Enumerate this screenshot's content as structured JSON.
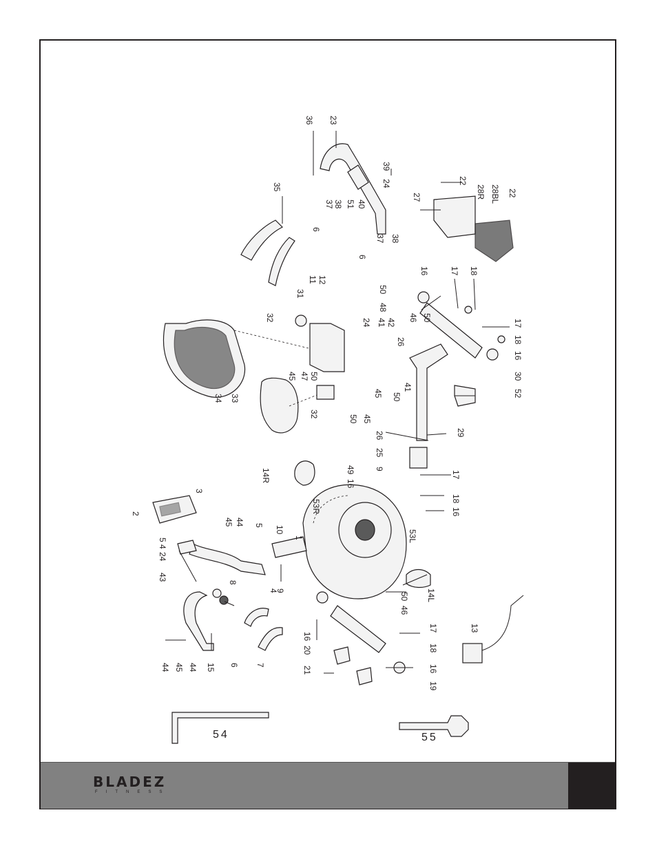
{
  "callouts": {
    "c1": "1",
    "c2": "2",
    "c3": "3",
    "c4": "4",
    "c5": "5",
    "c6": "6",
    "c7": "7",
    "c8": "8",
    "c9": "9",
    "c10": "10",
    "c11": "11",
    "c12": "12",
    "c13": "13",
    "c14L": "14L",
    "c14R": "14R",
    "c15": "15",
    "c16": "16",
    "c17": "17",
    "c18": "18",
    "c19": "19",
    "c20": "20",
    "c21": "21",
    "c22": "22",
    "c23": "23",
    "c24": "24",
    "c25": "25",
    "c26": "26",
    "c27": "27",
    "c28BL": "28BL",
    "c28R": "28R",
    "c29": "29",
    "c30": "30",
    "c31": "31",
    "c32": "32",
    "c33": "33",
    "c34": "34",
    "c35": "35",
    "c36": "36",
    "c37": "37",
    "c38": "38",
    "c39": "39",
    "c40": "40",
    "c41": "41",
    "c42": "42",
    "c43": "43",
    "c44": "44",
    "c45": "45",
    "c46": "46",
    "c47": "47",
    "c48": "48",
    "c49": "49",
    "c50": "50",
    "c51": "51",
    "c52": "52",
    "c53L": "53L",
    "c53R": "53R",
    "c54": "54",
    "c55": "55"
  },
  "footer": {
    "brand_name": "BLADEZ",
    "brand_sub": "FITNESS",
    "colors": {
      "bar": "#818181",
      "tab": "#231f20"
    }
  }
}
